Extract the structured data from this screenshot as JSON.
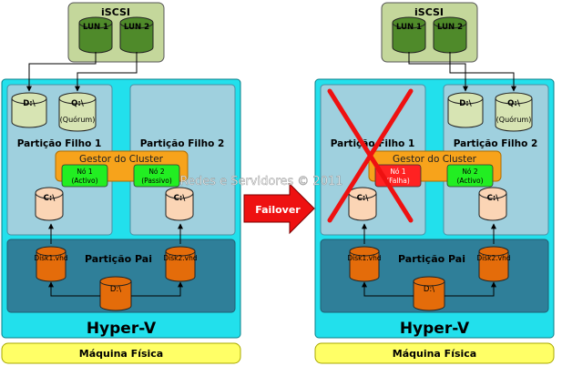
{
  "watermark": "Redes e Servidores © 2011",
  "failover_label": "Failover",
  "left": {
    "iscsi": {
      "title": "iSCSI",
      "lun1": "LUN 1",
      "lun2": "LUN 2"
    },
    "child1": {
      "title": "Partição Filho 1",
      "disk_d": "D:\\",
      "disk_q": "Q:\\",
      "disk_q_note": "(Quórum)",
      "disk_c": "C:\\"
    },
    "child2": {
      "title": "Partição Filho 2",
      "disk_c": "C:\\"
    },
    "cluster": {
      "title": "Gestor do Cluster",
      "node1": {
        "name": "Nó 1",
        "status": "(Activo)"
      },
      "node2": {
        "name": "Nó 2",
        "status": "(Passivo)"
      }
    },
    "parent": {
      "title": "Partição Pai",
      "disk1": "Disk1.vhd",
      "disk2": "Disk2.vhd",
      "disk_d": "D:\\"
    },
    "hyperv": "Hyper-V",
    "machine": "Máquina Física"
  },
  "right": {
    "iscsi": {
      "title": "iSCSI",
      "lun1": "LUN 1",
      "lun2": "LUN 2"
    },
    "child1": {
      "title": "Partição Filho 1",
      "disk_c": "C:\\"
    },
    "child2": {
      "title": "Partição Filho 2",
      "disk_d": "D:\\",
      "disk_q": "Q:\\",
      "disk_q_note": "(Quórum)",
      "disk_c": "C:\\"
    },
    "cluster": {
      "title": "Gestor do Cluster",
      "node1": {
        "name": "Nó 1",
        "status": "(Falha)"
      },
      "node2": {
        "name": "Nó 2",
        "status": "(Activo)"
      }
    },
    "parent": {
      "title": "Partição Pai",
      "disk1": "Disk1.vhd",
      "disk2": "Disk2.vhd",
      "disk_d": "D:\\"
    },
    "hyperv": "Hyper-V",
    "machine": "Máquina Física"
  },
  "colors": {
    "iscsi_bg": "#c4d79b",
    "lun_green": "#4f8a2a",
    "hyperv_cyan": "#22e0ec",
    "child_bg": "#9fd0de",
    "parent_bg": "#2f7f99",
    "cluster_orange": "#f7a31b",
    "node_green": "#22ee22",
    "node_red": "#ff2222",
    "disk_peach": "#fbd5b5",
    "disk_orange": "#e46c0a",
    "machine_yellow": "#ffff66",
    "failover_red": "#ee1111"
  }
}
